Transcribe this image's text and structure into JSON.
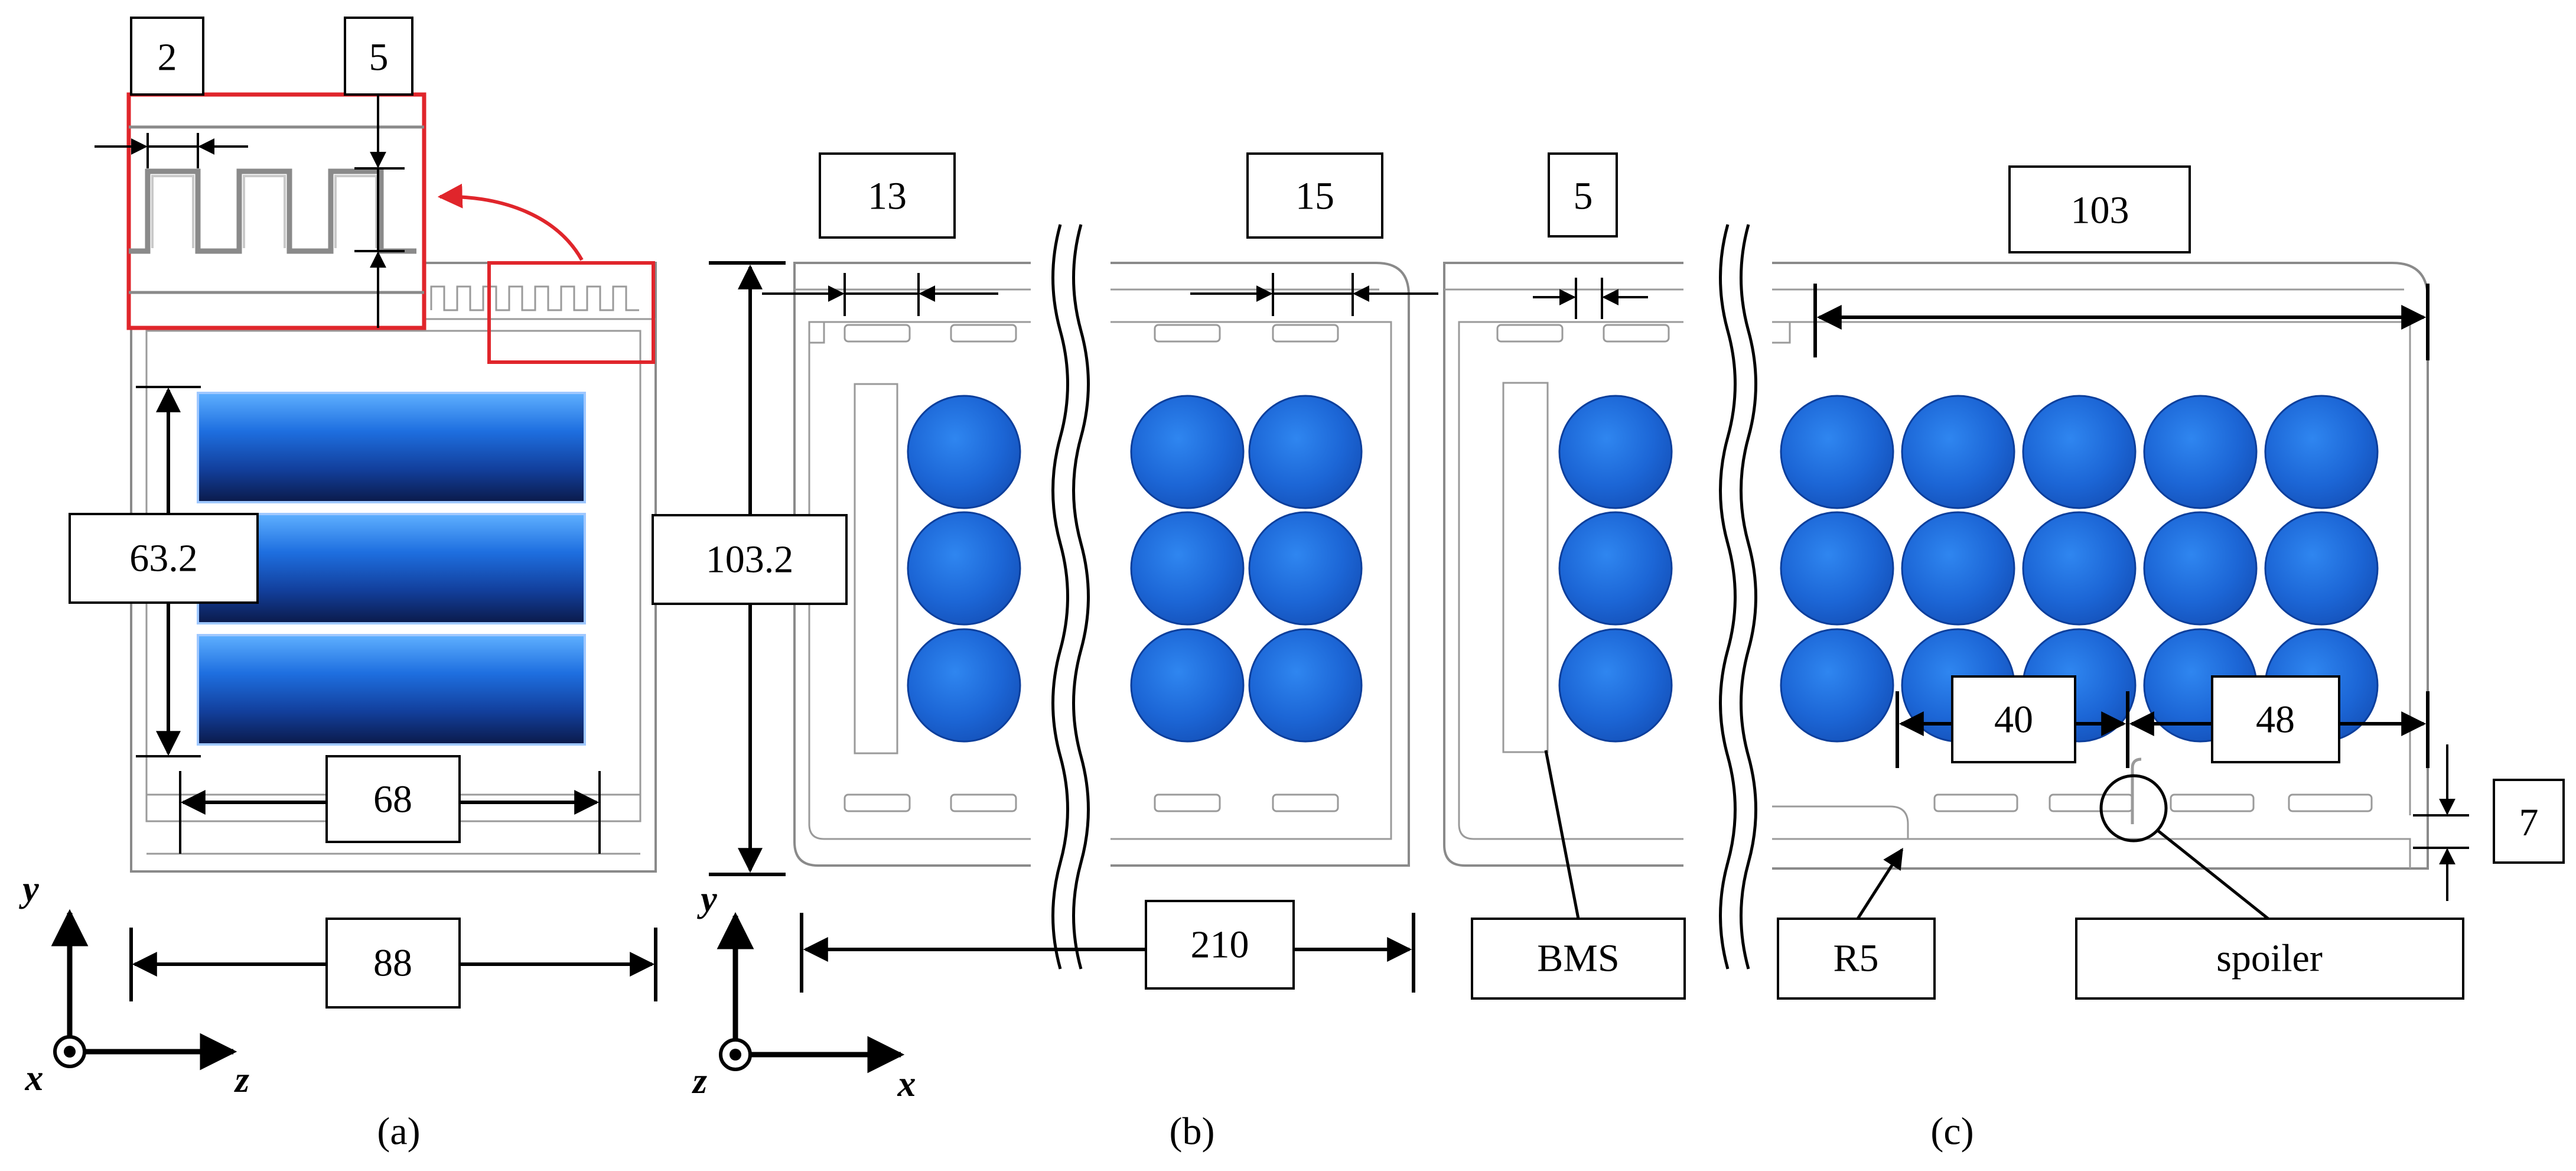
{
  "panels": {
    "a": {
      "caption": "(a)",
      "inset_dims": {
        "pitch": "2",
        "height": "5"
      },
      "dims": {
        "cell_height": "63.2",
        "cell_length": "68",
        "module_width": "88"
      },
      "axes": {
        "vertical": "y",
        "horizontal": "z",
        "normal": "x"
      }
    },
    "b": {
      "caption": "(b)",
      "dims": {
        "left_channel": "13",
        "right_channel": "15",
        "module_height": "103.2",
        "module_length": "210"
      },
      "axes": {
        "vertical": "y",
        "horizontal": "x",
        "normal": "z"
      }
    },
    "c": {
      "caption": "(c)",
      "dims": {
        "left_channel": "5",
        "top_span": "103",
        "span_left": "40",
        "span_right": "48",
        "spoiler_height": "7"
      },
      "callouts": {
        "bms": "BMS",
        "radius": "R5",
        "spoiler": "spoiler"
      }
    }
  },
  "colors": {
    "cell_blue": "#1E6FE0",
    "cell_dark": "#0B1A4A",
    "highlight_red": "#E0252B",
    "channel_gray": "#8A8A8A"
  }
}
